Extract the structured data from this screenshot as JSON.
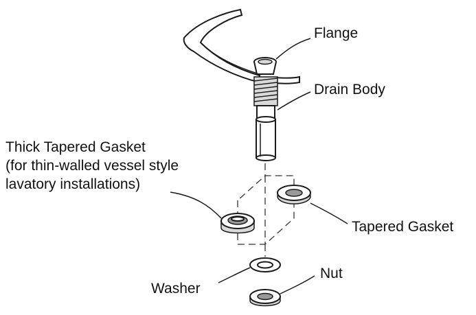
{
  "labels": {
    "flange": "Flange",
    "drain_body": "Drain Body",
    "thick_gasket_line1": "Thick Tapered Gasket",
    "thick_gasket_line2": "(for thin-walled vessel style",
    "thick_gasket_line3": "lavatory installations)",
    "tapered_gasket": "Tapered Gasket",
    "washer": "Washer",
    "nut": "Nut"
  },
  "colors": {
    "stroke": "#1a1a1a",
    "shade": "#d9d9d9",
    "background": "#ffffff"
  }
}
